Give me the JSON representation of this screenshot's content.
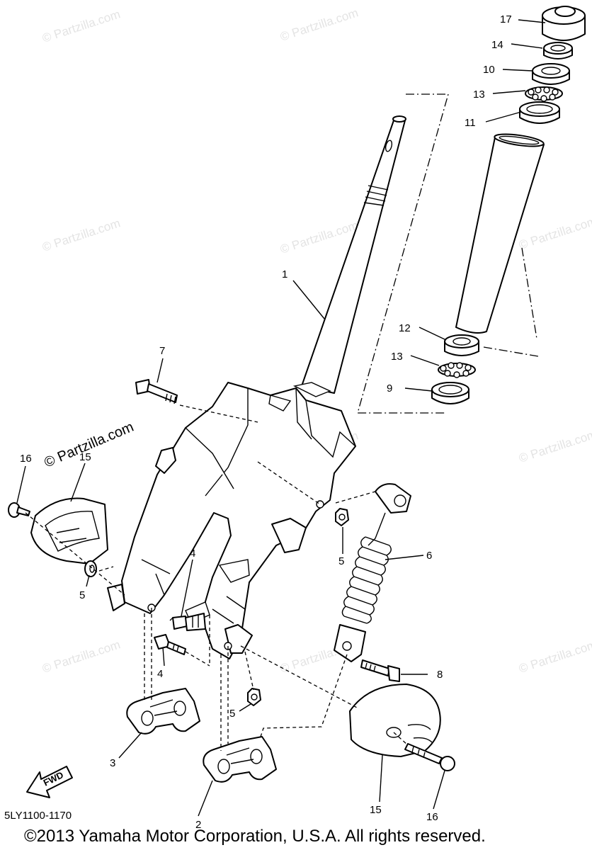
{
  "watermark": {
    "main_text": "© Partzilla.com",
    "faint_text": "© Partzilla.com"
  },
  "callouts": {
    "c17": "17",
    "c14": "14",
    "c10": "10",
    "c13a": "13",
    "c11": "11",
    "c1": "1",
    "c12": "12",
    "c13b": "13",
    "c9": "9",
    "c7": "7",
    "c16a": "16",
    "c15a": "15",
    "c5a": "5",
    "c5b": "5",
    "c4a": "4",
    "c6": "6",
    "c4b": "4",
    "c8": "8",
    "c5c": "5",
    "c3": "3",
    "c15b": "15",
    "c2": "2",
    "c16b": "16"
  },
  "fwd_label": "FWD",
  "diagram_code": "5LY1100-1170",
  "copyright": "©2013 Yamaha Motor Corporation, U.S.A. All rights reserved."
}
